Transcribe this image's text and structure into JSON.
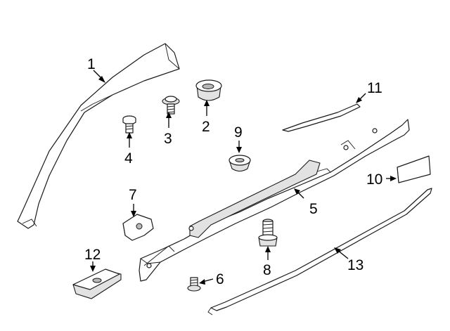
{
  "diagram": {
    "callouts": {
      "1": "1",
      "2": "2",
      "3": "3",
      "4": "4",
      "5": "5",
      "6": "6",
      "7": "7",
      "8": "8",
      "9": "9",
      "10": "10",
      "11": "11",
      "12": "12",
      "13": "13"
    }
  }
}
